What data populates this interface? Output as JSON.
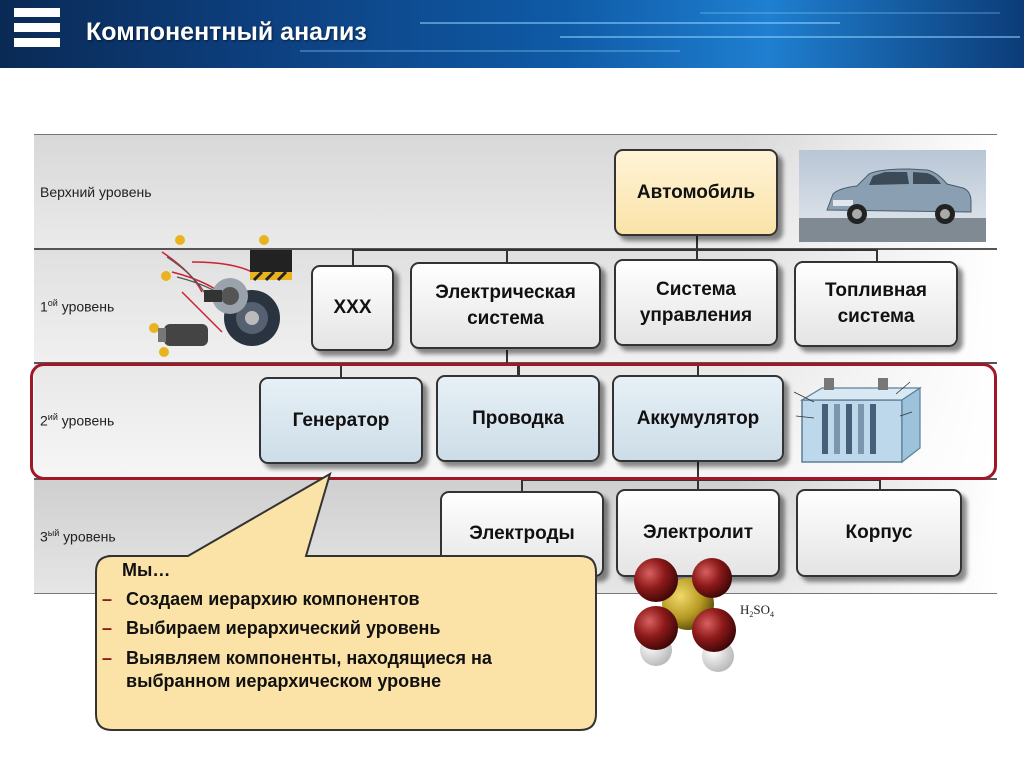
{
  "header": {
    "title": "Компонентный анализ",
    "menu_icon": "hamburger-icon"
  },
  "levels": {
    "top": "Верхний уровень",
    "l1": {
      "prefix": "1",
      "sup": "ой",
      "suffix": " уровень"
    },
    "l2": {
      "prefix": "2",
      "sup": "ий",
      "suffix": " уровень"
    },
    "l3": {
      "prefix": "3",
      "sup": "ый",
      "suffix": " уровень"
    }
  },
  "nodes": {
    "car": "Автомобиль",
    "xxx": "ХХХ",
    "electrical": "Электрическая система",
    "control": "Система управления",
    "fuel": "Топливная система",
    "generator": "Генератор",
    "wiring": "Проводка",
    "battery": "Аккумулятор",
    "electrodes": "Электроды",
    "electrolyte": "Электролит",
    "case": "Корпус"
  },
  "callout": {
    "intro": "Мы…",
    "items": [
      "Создаем иерархию компонентов",
      "Выбираем иерархический уровень",
      "Выявляем компоненты, находящиеся на выбранном иерархическом уровне"
    ]
  },
  "images": {
    "car": "car-photo",
    "parts": "electrical-parts-photo",
    "battery": "battery-cutaway-photo",
    "molecule": {
      "label_base": "H",
      "sub1": "2",
      "mid": "SO",
      "sub2": "4"
    }
  },
  "colors": {
    "highlight": "#a01828",
    "callout_fill": "#fbe3a8",
    "header": "#0f5aa6"
  }
}
